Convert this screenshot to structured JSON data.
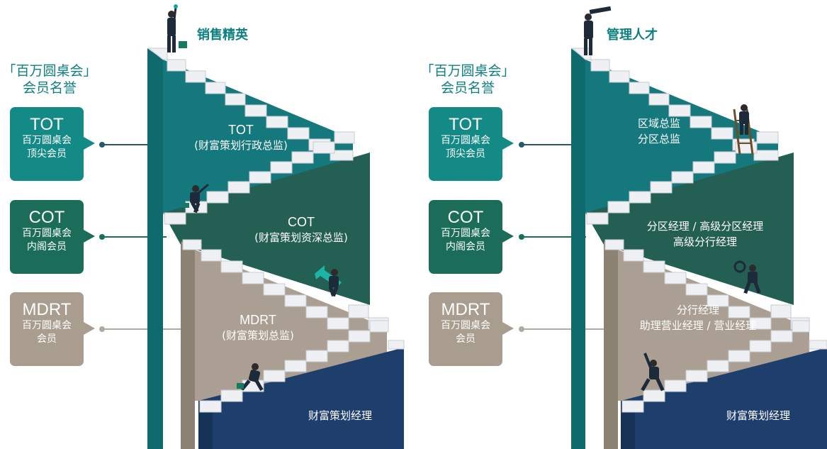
{
  "colors": {
    "teal": "#137a7e",
    "teal_light": "#1e8e91",
    "green": "#245f53",
    "tan": "#aa9f92",
    "navy": "#1e3f6c",
    "step_white": "#f2f3f5",
    "step_shadow": "#c7ccd3",
    "heading": "#0e7f80"
  },
  "left": {
    "top_title": "销售精英",
    "heading_line1": "「百万圆桌会」",
    "heading_line2": "会员名誉",
    "badges": [
      {
        "code": "TOT",
        "line1": "百万圆桌会",
        "line2": "顶尖会员"
      },
      {
        "code": "COT",
        "line1": "百万圆桌会",
        "line2": "内阁会员"
      },
      {
        "code": "MDRT",
        "line1": "百万圆桌会",
        "line2": "会员"
      }
    ],
    "levels": [
      {
        "line1": "TOT",
        "line2": "(财富策划行政总监)"
      },
      {
        "line1": "COT",
        "line2": "(财富策划资深总监)"
      },
      {
        "line1": "MDRT",
        "line2": "(财富策划总监)"
      },
      {
        "line1": "财富策划经理",
        "line2": ""
      }
    ]
  },
  "right": {
    "top_title": "管理人才",
    "heading_line1": "「百万圆桌会」",
    "heading_line2": "会员名誉",
    "badges": [
      {
        "code": "TOT",
        "line1": "百万圆桌会",
        "line2": "顶尖会员"
      },
      {
        "code": "COT",
        "line1": "百万圆桌会",
        "line2": "内阁会员"
      },
      {
        "code": "MDRT",
        "line1": "百万圆桌会",
        "line2": "会员"
      }
    ],
    "levels": [
      {
        "line1": "区域总监",
        "line2": "分区总监"
      },
      {
        "line1": "分区经理 / 高级分区经理",
        "line2": "高级分行经理"
      },
      {
        "line1": "分行经理",
        "line2": "助理营业经理 / 营业经理"
      },
      {
        "line1": "财富策划经理",
        "line2": ""
      }
    ]
  }
}
